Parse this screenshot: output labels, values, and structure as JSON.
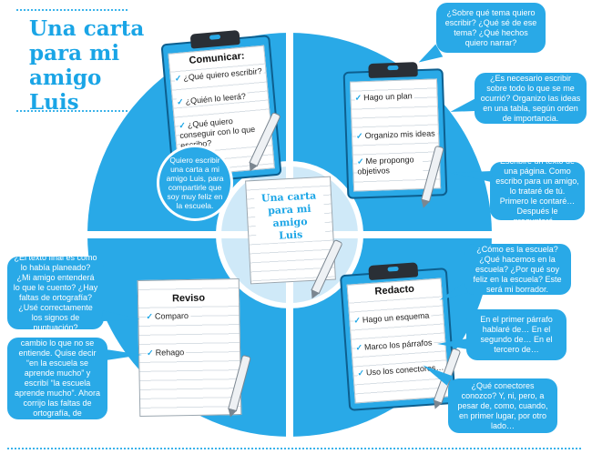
{
  "title_lines": [
    "Una carta",
    "para mi",
    "amigo",
    "Luis"
  ],
  "center_title_lines": [
    "Una carta",
    "para mi",
    "amigo",
    "Luis"
  ],
  "colors": {
    "primary": "#29a9e7",
    "dark": "#0d5f8f",
    "light": "#cfe9f8",
    "mid": "#86caf0",
    "clip": "#2a2f36"
  },
  "boards": {
    "comunicar": {
      "title": "Comunicar:",
      "items": [
        "¿Qué quiero escribir?",
        "¿Quién lo leerá?",
        "¿Qué quiero conseguir con lo que escribo?"
      ]
    },
    "planifico": {
      "title": "",
      "items": [
        "Hago un plan",
        "Organizo mis ideas",
        "Me propongo objetivos"
      ]
    },
    "redacto": {
      "title": "Redacto",
      "items": [
        "Hago un esquema",
        "Marco los párrafos",
        "Uso los conectores…"
      ]
    },
    "reviso": {
      "title": "Reviso",
      "items": [
        "Comparo",
        "Rehago"
      ]
    }
  },
  "bubbles": {
    "center_left": "Quiero escribir una carta a mi amigo Luis, para compartirle que soy muy feliz en la escuela.",
    "top_right_1": "¿Sobre qué tema quiero escribir? ¿Qué sé de ese tema? ¿Qué hechos quiero narrar?",
    "top_right_2": "¿Es necesario escribir sobre todo lo que se me ocurrió? Organizo las ideas en una tabla, según orden de importancia.",
    "top_right_3": "Escribiré un texto de una página. Como escribo para un amigo, lo trataré de tú. Primero le contaré… Después le preguntaré…",
    "bottom_right_1": "¿Cómo es la escuela? ¿Qué hacemos en la escuela? ¿Por qué soy feliz en la escuela? Este será mi borrador.",
    "bottom_right_2": "En el primer párrafo hablaré de… En el segundo de… En el tercero de…",
    "bottom_right_3": "¿Qué conectores conozco? Y, ni, pero, a pesar de, como, cuando, en primer lugar, por otro lado…",
    "bottom_left_1": "¿El texto final es como lo había planeado? ¿Mi amigo entenderá lo que le cuento? ¿Hay faltas de ortografía? ¿Usé correctamente los signos de puntuación?",
    "bottom_left_2": "Leo detenidamente y cambio lo que no se entiende. Quise decir “en la escuela se aprende mucho” y escribí “la escuela aprende mucho”. Ahora corrijo las faltas de ortografía, de puntuación…"
  }
}
